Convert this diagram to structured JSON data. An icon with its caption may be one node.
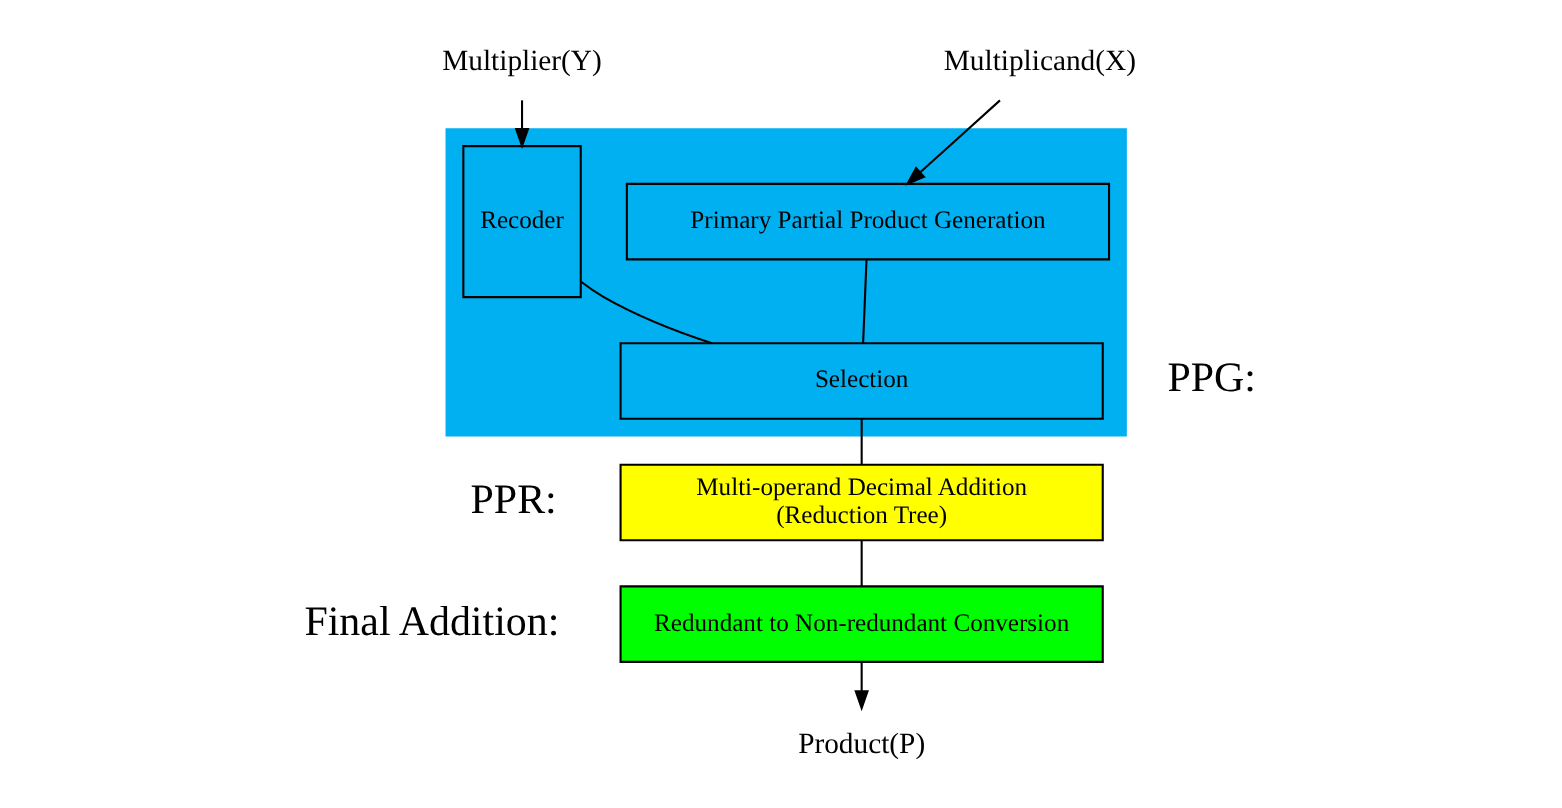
{
  "diagram": {
    "nodes": [
      {
        "text": [
          "Multiplicand(X)"
        ]
      },
      {
        "text": [
          "Multiplier(Y)"
        ]
      },
      {
        "text": [],
        "shape": "box",
        "beside": [
          "PPG:"
        ]
      },
      {
        "text": [
          "Primary Partial Product Generation"
        ],
        "in": 2
      },
      {
        "text": [
          "Selection"
        ],
        "in": 2
      },
      {
        "text": [
          "Recoder"
        ],
        "in": 2
      },
      {
        "text": [
          "Multi-operand Decimal Addition",
          "(Reduction Tree)"
        ],
        "beside": [
          "PPR:"
        ]
      },
      {
        "text": [
          "Redundant to Non-redundant Conversion"
        ],
        "beside": [
          "Final Addition:"
        ]
      },
      {
        "text": [
          "Product(P)"
        ]
      }
    ],
    "edges": [
      {
        "from": 0,
        "to": 3,
        "arrow": "to"
      },
      {
        "from": 1,
        "to": 5,
        "arrow": "to"
      },
      {
        "from": 3,
        "to": 4,
        "arrow": "none"
      },
      {
        "from": 5,
        "to": 4,
        "arrow": "none"
      },
      {
        "from": 4,
        "to": 6,
        "arrow": "none"
      },
      {
        "from": 6,
        "to": 7,
        "arrow": "none"
      },
      {
        "from": 7,
        "to": 8,
        "arrow": "to"
      }
    ]
  }
}
